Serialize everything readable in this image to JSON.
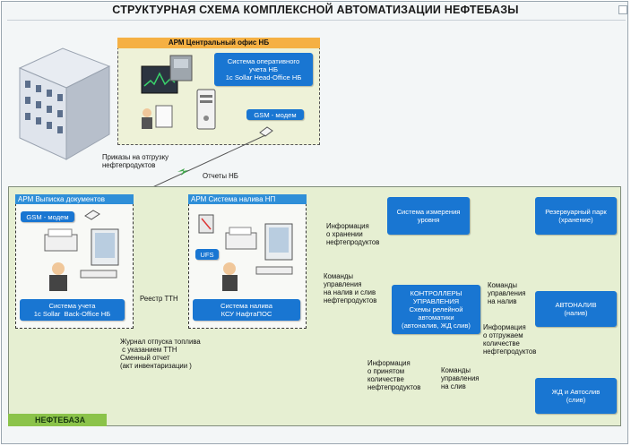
{
  "title": "СТРУКТУРНАЯ СХЕМА КОМПЛЕКСНОЙ АВТОМАТИЗАЦИИ НЕФТЕБАЗЫ",
  "office": {
    "header": "АРМ Центральный офис НБ",
    "system_box": "Система оперативного\nучета НБ\n1с Sollar Head-Office НБ",
    "gsm": "GSM - модем"
  },
  "labels": {
    "orders": "Приказы на отгрузку\nнефтепродуктов",
    "reports": "Отчеты НБ",
    "ttn_registry": "Реестр ТТН",
    "fuel_journal": "Журнал отпуска топлива\n с указанием ТТН\nСменный отчет\n(акт инвентаризации )",
    "storage_info": "Информация\nо хранении\nнефтепродуктов",
    "fill_commands": "Команды\nуправления\nна налив и слив\nнефтепродуктов",
    "received_info": "Информация\nо принятом\nколичестве\nнефтепродуктов",
    "cmd_fill": "Команды\nуправления\nна налив",
    "shipped_info": "Информация\nо отгружаем\nколичестве\nнефтепродуктов",
    "cmd_drain": "Команды\nуправления\nна слив"
  },
  "docs_panel": {
    "header": "АРМ Выписка документов",
    "gsm": "GSM - модем",
    "system_box": "Система учета\n1с Sollar  Back-Office НБ"
  },
  "fill_panel": {
    "header": "АРМ Система налива НП",
    "ufs": "UFS",
    "system_box": "Система налива\nКСУ НафтаПОС"
  },
  "boxes": {
    "level": "Система измерения\nуровня",
    "tank_farm": "Резервуарный парк\n(хранение)",
    "controllers": "КОНТРОЛЛЕРЫ\nУПРАВЛЕНИЯ\nСхемы релейной\nавтоматики\n(автоналив, ЖД слив)",
    "autofill": "АВТОНАЛИВ\n(налив)",
    "rail": "ЖД и Автослив\n(слив)"
  },
  "base_label": "НЕФТЕБАЗА",
  "colors": {
    "box": "#1976d2",
    "panel_header": "#2f8fd8",
    "office_header": "#f5b043",
    "base": "#e6efd2",
    "base_label": "#8bc34a"
  }
}
